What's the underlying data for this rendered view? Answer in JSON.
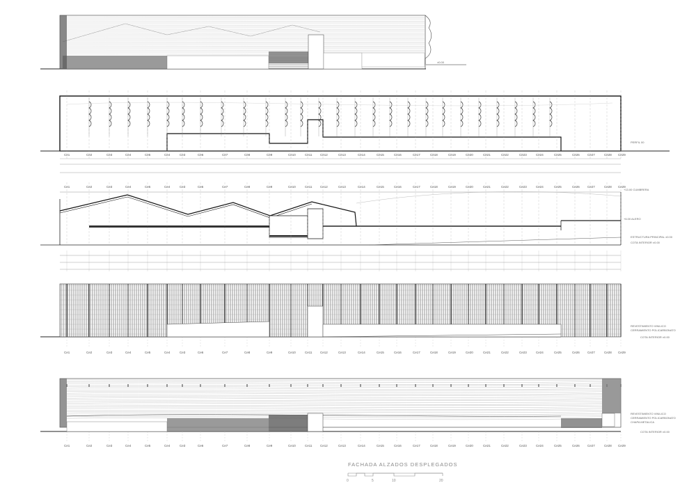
{
  "sheet_title": "FACHADA ALZADOS DESPLEGADOS",
  "scale_labels": [
    "0",
    "5",
    "10",
    "20"
  ],
  "level_labels": {
    "elev1_ground": "±0.00",
    "elev2_ground": "PERFIL 00",
    "elev3_ridge": "+13.00 CUMBRERA",
    "elev3_eave": "+6.00 ALERO",
    "elev3_struct": "ESTRUCTURA PRINCIPAL ±0.00",
    "elev3_ground": "COTA INTERIOR ±0.00",
    "elev4_a": "REVESTIMIENTO VINILICO",
    "elev4_b": "CERRAMIENTO POLICARBONATO",
    "elev4_ground": "COTA INTERIOR ±0.00",
    "elev5_a": "REVESTIMIENTO VINILICO",
    "elev5_b": "CERRAMIENTO POLICARBONATO",
    "elev5_c": "CHAPA METALICA",
    "elev5_ground": "COTA INTERIOR ±0.00"
  },
  "axis_labels": [
    "Ce1",
    "Ce2",
    "Ce3",
    "Ce4",
    "Ce5",
    "Ce4",
    "Ce3",
    "Ce6",
    "Ce7",
    "Ce8",
    "Ce9",
    "Ce10",
    "Ce11",
    "Ce12",
    "Ce13",
    "Ce14",
    "Ce15",
    "Ce16",
    "Ce17",
    "Ce18",
    "Ce19",
    "Ce20",
    "Ce21",
    "Ce22",
    "Ce23",
    "Ce24",
    "Ce25",
    "Ce26",
    "Ce27",
    "Ce28",
    "Ce29"
  ]
}
